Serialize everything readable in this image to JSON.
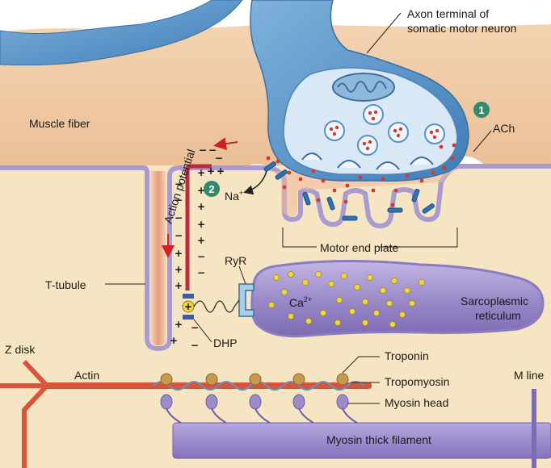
{
  "labels": {
    "axon_terminal_line1": "Axon terminal of",
    "axon_terminal_line2": "somatic motor neuron",
    "muscle_fiber": "Muscle fiber",
    "action_potential": "Action potential",
    "ach": "ACh",
    "na": "Na",
    "na_charge": "+",
    "motor_end_plate": "Motor end plate",
    "ryr": "RyR",
    "t_tubule": "T-tubule",
    "ca": "Ca",
    "ca_charge": "2+",
    "sr_line1": "Sarcoplasmic",
    "sr_line2": "reticulum",
    "dhp": "DHP",
    "dhp_symbol": "+",
    "z_disk": "Z disk",
    "actin": "Actin",
    "troponin": "Troponin",
    "tropomyosin": "Tropomyosin",
    "m_line": "M line",
    "myosin_head": "Myosin head",
    "myosin_thick_filament": "Myosin thick filament"
  },
  "steps": [
    "1",
    "2"
  ],
  "charges": {
    "plus": "+",
    "minus": "−"
  },
  "colors": {
    "muscle_cytoplasm": "#f5e2bf",
    "muscle_surface": "#efc9a4",
    "membrane": "#a99bd0",
    "neuron": "#5b95c8",
    "neuron_light": "#cfe3f2",
    "vesicle": "#e8f2fa",
    "ach_dot": "#d33a2c",
    "channel": "#2d74b4",
    "sr_fill": "#9b8bc9",
    "ca_dot": "#f3d83a",
    "actin": "#d8553a",
    "myosin": "#8e7cc3",
    "troponin": "#c59a4f",
    "step_badge": "#2e8b6e",
    "arrow_red": "#cc2222",
    "ap_line": "#c0283c"
  }
}
